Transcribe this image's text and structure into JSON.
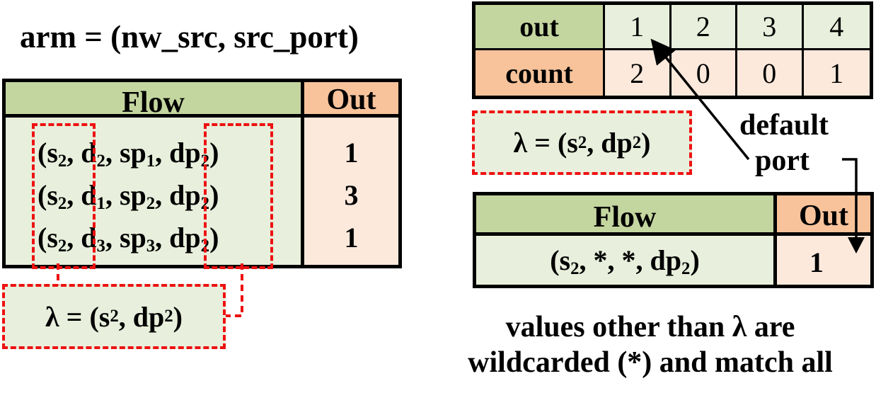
{
  "arm_title": "arm = (nw_src, src_port)",
  "left_table": {
    "headers": {
      "flow": "Flow",
      "out": "Out"
    },
    "rows": [
      {
        "flow": {
          "open": "(s",
          "s_sub": "2",
          "sep1": ", d",
          "d_sub": "2",
          "sep2": ", sp",
          "sp_sub": "1",
          "sep3": ", dp",
          "dp_sub": "2",
          "close": ")"
        },
        "out": "1"
      },
      {
        "flow": {
          "open": "(s",
          "s_sub": "2",
          "sep1": ", d",
          "d_sub": "1",
          "sep2": ", sp",
          "sp_sub": "2",
          "sep3": ", dp",
          "dp_sub": "2",
          "close": ")"
        },
        "out": "3"
      },
      {
        "flow": {
          "open": "(s",
          "s_sub": "2",
          "sep1": ", d",
          "d_sub": "3",
          "sep2": ", sp",
          "sp_sub": "3",
          "sep3": ", dp",
          "dp_sub": "2",
          "close": ")"
        },
        "out": "1"
      }
    ]
  },
  "lambda_label": {
    "prefix": "λ = (s",
    "s_sub": "2",
    "mid": ", dp",
    "dp_sub": "2",
    "suffix": ")"
  },
  "count_table": {
    "row_labels": {
      "out": "out",
      "count": "count"
    },
    "out_values": [
      "1",
      "2",
      "3",
      "4"
    ],
    "count_values": [
      "2",
      "0",
      "0",
      "1"
    ]
  },
  "default_port_label": {
    "line1": "default",
    "line2": "port"
  },
  "right_table": {
    "headers": {
      "flow": "Flow",
      "out": "Out"
    },
    "row": {
      "flow": {
        "open": "(s",
        "s_sub": "2",
        "mid": ", *, *, dp",
        "dp_sub": "2",
        "close": ")"
      },
      "out": "1"
    }
  },
  "caption": {
    "line1": "values other than λ are",
    "line2": "wildcarded (*) and match all"
  },
  "colors": {
    "header_green": "#c4d69f",
    "body_green": "#e8efdc",
    "header_orange": "#f8c39b",
    "body_orange": "#fce9dc",
    "highlight_red": "#ee1111"
  }
}
